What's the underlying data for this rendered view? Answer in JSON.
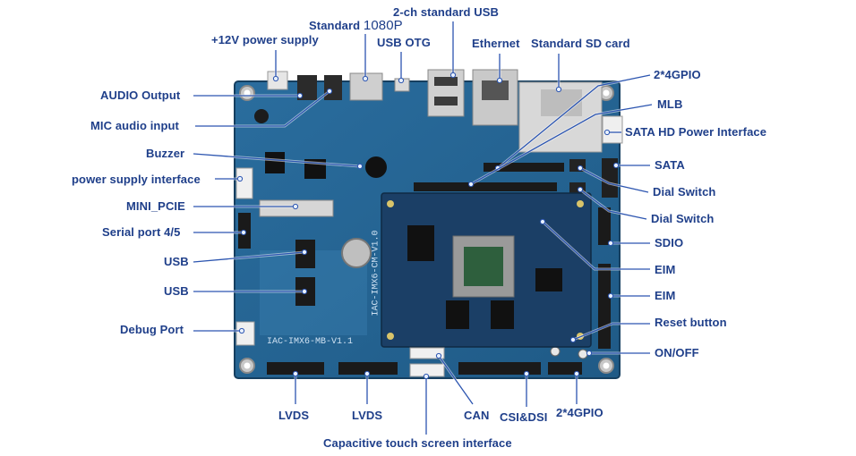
{
  "diagram": {
    "colors": {
      "board": "#1f5a86",
      "board_edge": "#163f60",
      "module": "#1b3f66",
      "label_text": "#1f3f8a",
      "leader_line": "#2c55b0",
      "leader_dot": "#e8f1ff"
    },
    "silkscreen": {
      "module": "IAC-IMX6-CM-V1.0",
      "board": "IAC-IMX6-MB-V1.1"
    },
    "labels": {
      "plus12v_power_supply": "+12V power supply",
      "standard_1080p_a": "Standard",
      "standard_1080p_b": "1080P",
      "two_ch_standard_usb": "2-ch standard USB",
      "usb_otg": "USB OTG",
      "ethernet": "Ethernet",
      "standard_sd_card": "Standard SD card",
      "gpio_2x4_top": "2*4GPIO",
      "audio_output": "AUDIO Output",
      "mlb": "MLB",
      "mic_audio_input": "MIC audio input",
      "sata_hd_power_interface": "SATA HD Power Interface",
      "buzzer": "Buzzer",
      "sata": "SATA",
      "power_supply_interface": "power supply interface",
      "dial_switch_1": "Dial Switch",
      "mini_pcie": "MINI_PCIE",
      "dial_switch_2": "Dial Switch",
      "serial_port_4_5": "Serial port 4/5",
      "sdio": "SDIO",
      "usb_1": "USB",
      "eim_1": "EIM",
      "usb_2": "USB",
      "eim_2": "EIM",
      "reset_button": "Reset button",
      "debug_port": "Debug Port",
      "on_off": "ON/OFF",
      "lvds_1": "LVDS",
      "lvds_2": "LVDS",
      "can": "CAN",
      "csi_dsi": "CSI&DSI",
      "gpio_2x4_bottom": "2*4GPIO",
      "capacitive_touch_screen_interface": "Capacitive touch screen interface"
    }
  }
}
